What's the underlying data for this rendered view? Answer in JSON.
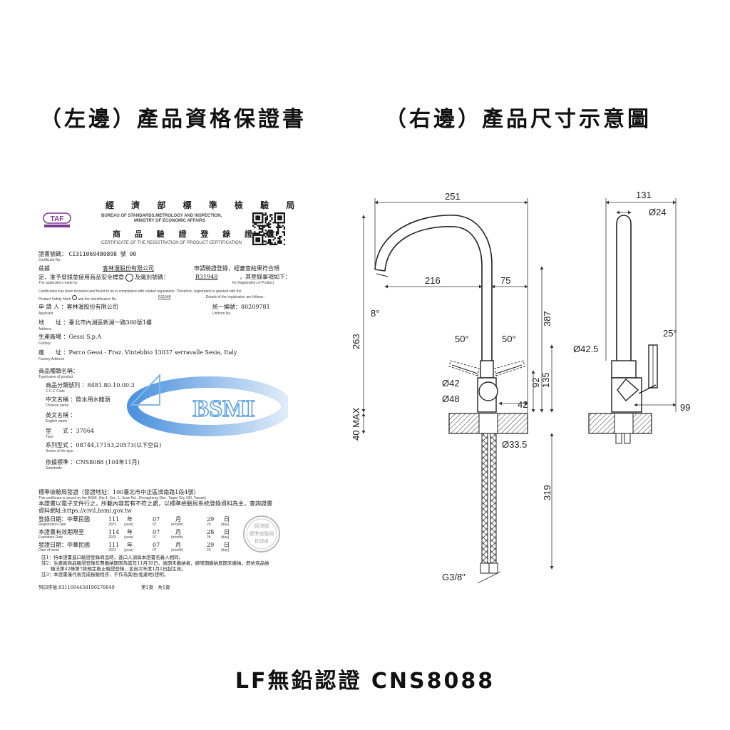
{
  "headings": {
    "left": "（左邊）產品資格保證書",
    "right": "（右邊）產品尺寸示意圖"
  },
  "footer": "LF無鉛認證 CNS8088",
  "certificate": {
    "agency_zh": "經 濟 部 標 準 檢 驗 局",
    "agency_en": "BUREAU OF STANDARDS,METROLOGY AND INSPECTION,",
    "ministry_en": "MINISTRY OF ECONOMIC AFFAIRS",
    "taf_label": "TAF",
    "title_zh": "商 品 驗 證 登 錄 證 書",
    "title_en": "CERTIFICATE OF THE REGISTRATION OF PRODUCT CERTIFICATION",
    "cert_no_label": "證書號碼：",
    "cert_no": "CI311069480898 號 00",
    "cert_no_en": "Certificate No.",
    "approve_zh": "茲據",
    "company_underlined": "客林渥股份有限公司",
    "apply_text": "申請驗證登錄，經審查結果符合規",
    "decide_text": "定，准予登錄並使用商品安全標章",
    "mark_text": "及識別號碼：",
    "id_code": "R31948",
    "items_text": "，其登錄事項如下：",
    "application_en": "The application made by",
    "for_reg_en": "for Registration of Product",
    "cert_review_en": "Certification has been reviewed and found to be in compliance with related regulations. Therefore, registration is granted with the",
    "psm_en": "Product Safety Mark",
    "ident_en": "and the Identification No.",
    "id_code_2": "R31948",
    "details_en": ". Details of the registration are follows :",
    "applicant_label": "申 請 人 ：",
    "applicant": "客林渥股份有限公司",
    "applicant_en": "Applicant",
    "uniform_label": "統一編號：",
    "uniform_no": "80209781",
    "uniform_en": "Uniform No.",
    "address_label": "地　　址 ：",
    "address": "臺北市內湖區新湖一路360號1樓",
    "address_en": "Address",
    "factory_label": "生產廠場 ：",
    "factory": "Gessi S.p.A",
    "factory_en": "Factory",
    "factory_addr_label": "廠　　址 ：",
    "factory_addr": "Parco Gessi - Fraz. Vintebbio 13037 serravalle Sesia, Italy",
    "factory_addr_en": "Factory Address",
    "type_label": "商品種類名稱：",
    "type_en": "Type/name of product",
    "ccc_label": "商品分類號列 ：",
    "ccc": "8481.80.10.00.3",
    "ccc_en": "C.C.C Code",
    "cname_label": "中文名稱 ：",
    "cname": "飲水用水龍頭",
    "cname_en": "Chinese name",
    "ename_label": "英文名稱 ：",
    "ename_en": "English name",
    "model_label": "型　　式 ：",
    "model": "37064",
    "model_en": "Type",
    "series_label": "系列型式 ：",
    "series": "08744,17153,20573(以下空白)",
    "series_en": "Series of the type",
    "standard_label": "依據標準 ：",
    "standard": "CNS8088 (104年11月)",
    "standard_en": "Standards",
    "bsmi_watermark": "BSMI",
    "issuer_line": "標準檢驗局發證（發證地址：100臺北市中正區濟南路1段4號）",
    "issuer_en": "This certificate is issued by the BSMI. (No.4, Sec. 1, Jinan Rd., Zhongzheng Dist., Taipei City 100, Taiwan)",
    "electronic_line": "本證書以電子文件行之，所載內容若有不符之處，以標準檢驗局系統登錄資料為主，查詢證書",
    "website_line": "資料網址:https://civil.bsmi.gov.tw",
    "dates": [
      {
        "label": "登錄日期：中華民國",
        "label_en": "Registration Date",
        "y": "111",
        "y_en": "2022",
        "m": "07",
        "m_en": "07",
        "d": "29",
        "d_en": "29"
      },
      {
        "label": "本證書有效期限至",
        "label_en": "Expiration Date",
        "y": "114",
        "y_en": "2025",
        "m": "07",
        "m_en": "07",
        "d": "28",
        "d_en": "28"
      },
      {
        "label": "發證日期：中華民國",
        "label_en": "Date of issue",
        "y": "111",
        "y_en": "2022",
        "m": "07",
        "m_en": "07",
        "d": "29",
        "d_en": "29"
      }
    ],
    "unit_year": "年",
    "unit_year_en": "(year)",
    "unit_month": "月",
    "unit_month_en": "(month)",
    "unit_day": "日",
    "unit_day_en": "(day)",
    "stamp_top": "經濟部",
    "stamp_mid": "標準檢驗局",
    "stamp_bot": "BSMI",
    "notes": [
      "註1：持本證書進口驗證登錄商品時，進口人須與本證書名義人相同。",
      "註2：生產廠商品驗證登錄年費繳納期限為當年11月30日，逾期未繳納者，經限期繳納屆期未繳納，即依商品檢",
      "　　驗法第42條第7款規定廢止驗證登錄，並自次年度1月1日起生效。",
      "註3：本證書僅代表完成檢驗程序，不作為其他(如產地)證明。"
    ],
    "print_no": "列印序號:9311694458190278049",
    "page": "第1頁 · 共1頁"
  },
  "dimensions": {
    "top_width": "251",
    "side_width": "131",
    "spout_dia": "Ø24",
    "reach": "216",
    "handle_width": "75",
    "spout_angle": "8°",
    "height": "387",
    "left_angle": "50°",
    "right_angle": "50°",
    "tilt_angle": "25°",
    "total_height": "263",
    "handle_dia": "Ø42.5",
    "body_dia": "Ø42",
    "base_dia": "Ø48",
    "base_offset": "42",
    "dim_92": "92",
    "dim_135": "135",
    "dim_99": "99",
    "max_thickness": "40 MAX",
    "shank_dia": "Ø33.5",
    "hose_length": "319",
    "thread": "G3/8\""
  }
}
